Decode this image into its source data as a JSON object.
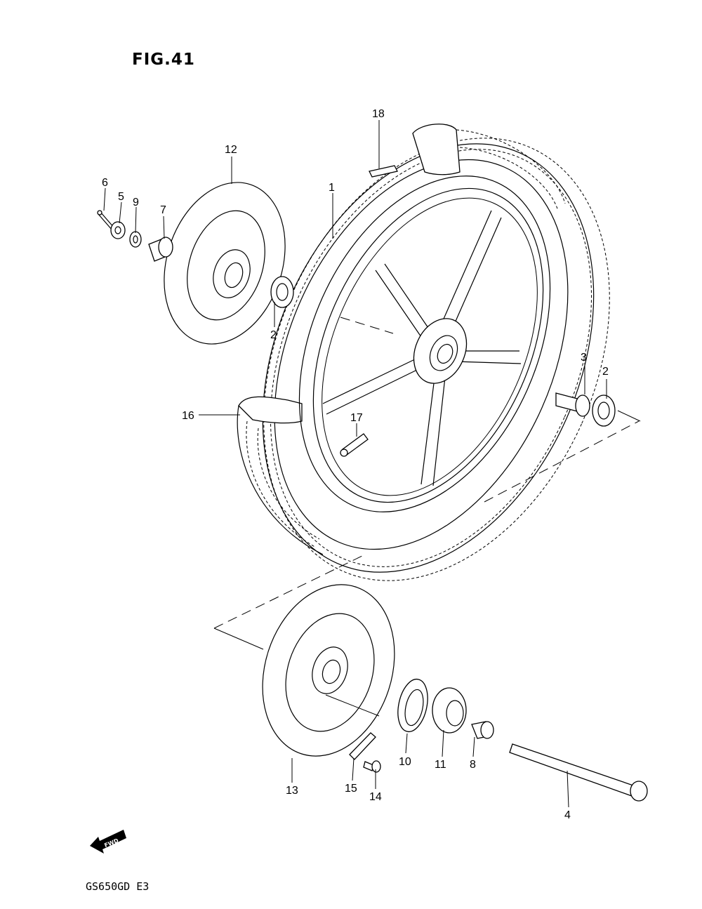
{
  "figure": {
    "title": "FIG.41",
    "model_code": "GS650GD  E3",
    "fwd_marker": "FWD"
  },
  "parts": [
    {
      "callout": "1"
    },
    {
      "callout": "2"
    },
    {
      "callout": "2"
    },
    {
      "callout": "3"
    },
    {
      "callout": "4"
    },
    {
      "callout": "5"
    },
    {
      "callout": "6"
    },
    {
      "callout": "7"
    },
    {
      "callout": "8"
    },
    {
      "callout": "9"
    },
    {
      "callout": "10"
    },
    {
      "callout": "11"
    },
    {
      "callout": "12"
    },
    {
      "callout": "13"
    },
    {
      "callout": "14"
    },
    {
      "callout": "15"
    },
    {
      "callout": "16"
    },
    {
      "callout": "17"
    },
    {
      "callout": "18"
    }
  ]
}
